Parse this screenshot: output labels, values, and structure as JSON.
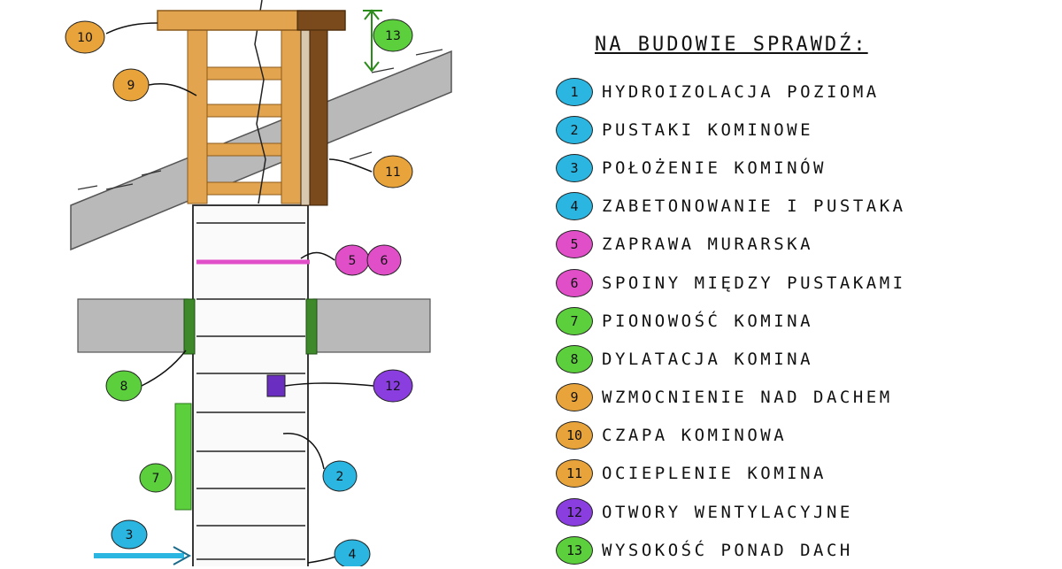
{
  "title": "NA BUDOWIE SPRAWDŹ:",
  "colors": {
    "blue": "#2ab6e0",
    "magenta": "#e04fc8",
    "green": "#5ccf3c",
    "orange": "#e8a43a",
    "violet": "#8a3ee0",
    "wood": "#e2a44f",
    "concrete": "#b9b9b9",
    "insulation": "#7a4a1c"
  },
  "legend": [
    {
      "num": "1",
      "label": "HYDROIZOLACJA POZIOMA",
      "color": "#2ab6e0"
    },
    {
      "num": "2",
      "label": "PUSTAKI KOMINOWE",
      "color": "#2ab6e0"
    },
    {
      "num": "3",
      "label": "POŁOŻENIE KOMINÓW",
      "color": "#2ab6e0"
    },
    {
      "num": "4",
      "label": "ZABETONOWANIE I PUSTAKA",
      "color": "#2ab6e0"
    },
    {
      "num": "5",
      "label": "ZAPRAWA MURARSKA",
      "color": "#e04fc8"
    },
    {
      "num": "6",
      "label": "SPOINY MIĘDZY PUSTAKAMI",
      "color": "#e04fc8"
    },
    {
      "num": "7",
      "label": "PIONOWOŚĆ KOMINA",
      "color": "#5ccf3c"
    },
    {
      "num": "8",
      "label": "DYLATACJA KOMINA",
      "color": "#5ccf3c"
    },
    {
      "num": "9",
      "label": "WZMOCNIENIE NAD DACHEM",
      "color": "#e8a43a"
    },
    {
      "num": "10",
      "label": "CZAPA KOMINOWA",
      "color": "#e8a43a"
    },
    {
      "num": "11",
      "label": "OCIEPLENIE KOMINA",
      "color": "#e8a43a"
    },
    {
      "num": "12",
      "label": "OTWORY WENTYLACYJNE",
      "color": "#8a3ee0"
    },
    {
      "num": "13",
      "label": "WYSOKOŚĆ PONAD DACH",
      "color": "#5ccf3c"
    }
  ],
  "callouts": {
    "c10": "10",
    "c9": "9",
    "c11": "11",
    "c13": "13",
    "c5": "5",
    "c6": "6",
    "c8": "8",
    "c12": "12",
    "c2": "2",
    "c7": "7",
    "c3": "3",
    "c4": "4"
  }
}
